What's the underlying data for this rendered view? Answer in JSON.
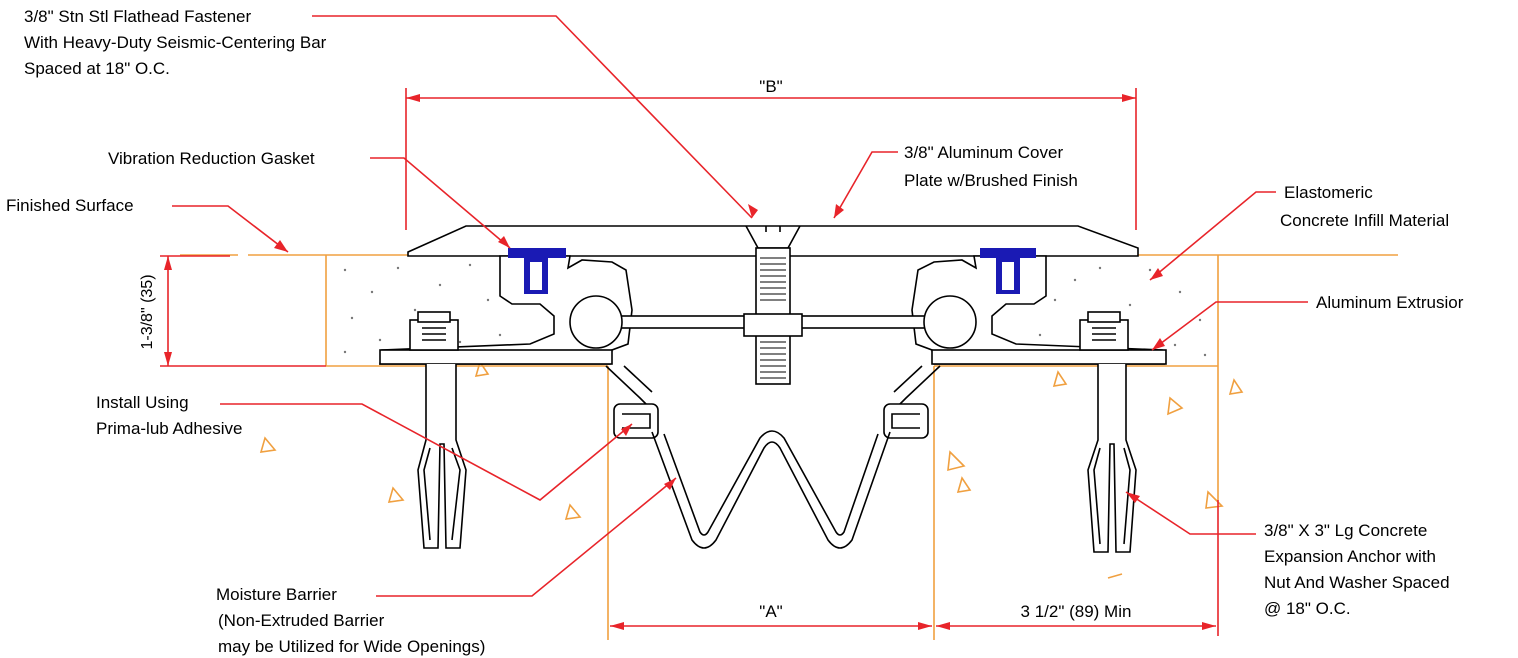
{
  "labels": {
    "fastener": [
      "3/8\" Stn Stl Flathead Fastener",
      "With Heavy-Duty Seismic-Centering Bar",
      "Spaced at 18\" O.C."
    ],
    "gasket": "Vibration Reduction Gasket",
    "finished_surface": "Finished Surface",
    "cover_plate": [
      "3/8\" Aluminum Cover",
      "Plate w/Brushed Finish"
    ],
    "infill": [
      "Elastomeric",
      "Concrete Infill Material"
    ],
    "extrusion": "Aluminum Extrusior",
    "adhesive": [
      "Install Using",
      "Prima-lub Adhesive"
    ],
    "anchor": [
      "3/8\" X 3\" Lg Concrete",
      "Expansion Anchor with",
      "Nut And Washer Spaced",
      "@ 18\" O.C."
    ],
    "moisture_barrier": [
      "Moisture Barrier",
      "(Non-Extruded Barrier",
      "may be Utilized for Wide Openings)"
    ]
  },
  "dimensions": {
    "b": "\"B\"",
    "a": "\"A\"",
    "depth": "1-3/8\" (35)",
    "edge": "3 1/2\" (89) Min"
  },
  "colors": {
    "leader": "#e8242a",
    "concrete_edge": "#f0a040",
    "gasket": "#1a1ab4",
    "linework": "#000000"
  }
}
